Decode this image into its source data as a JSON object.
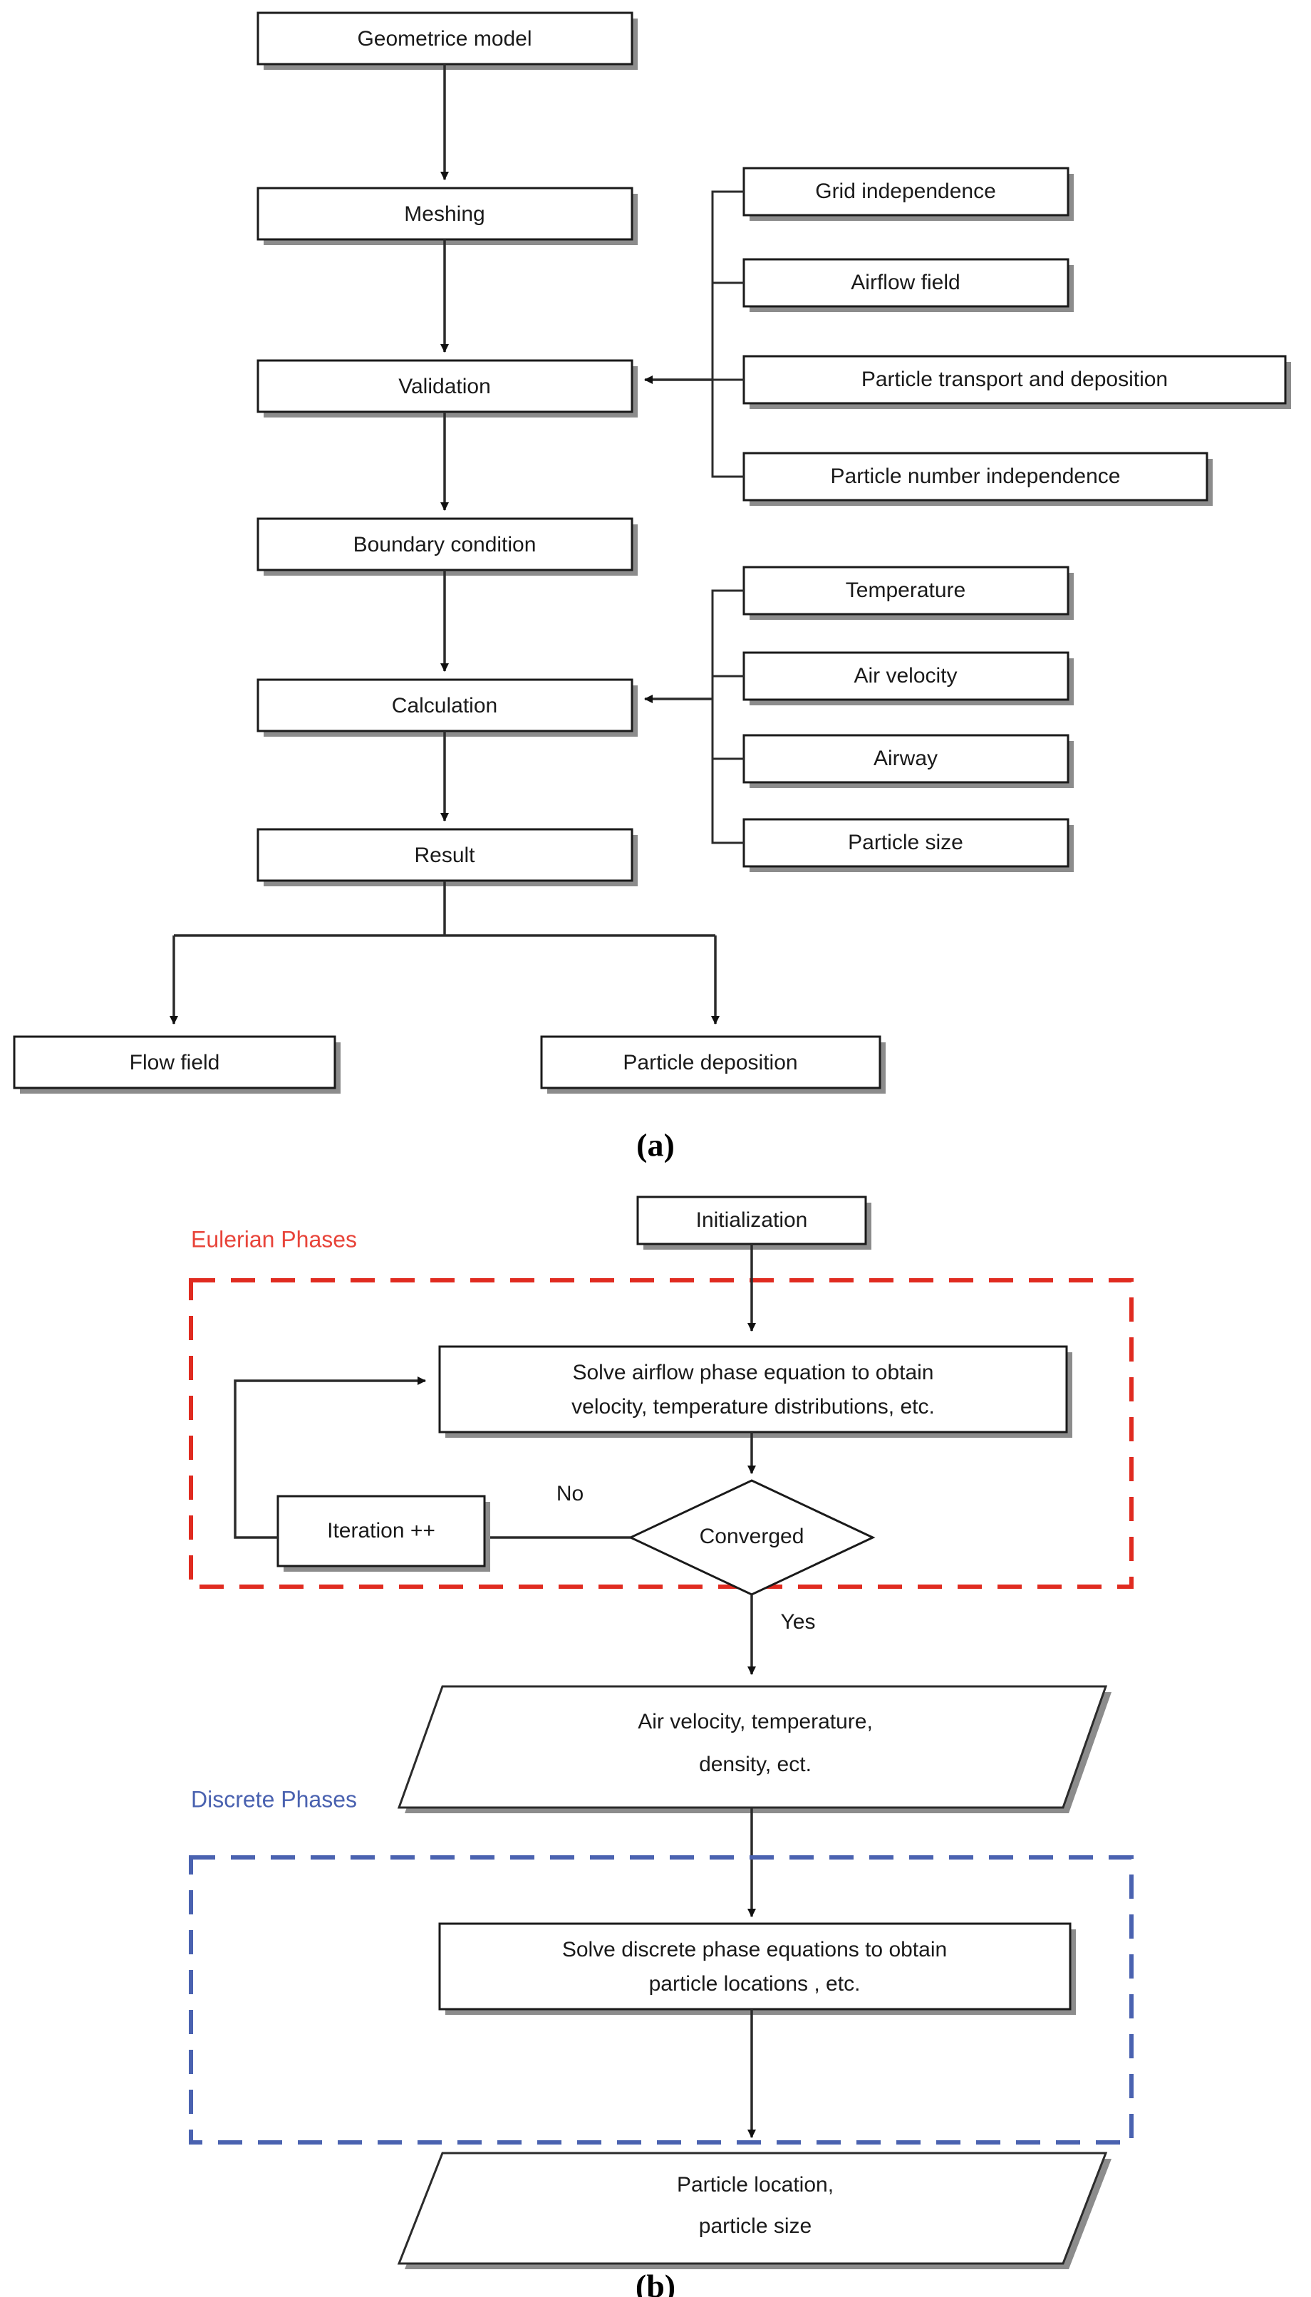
{
  "figure": {
    "panels": [
      {
        "caption": "(a)"
      },
      {
        "caption": "(b)"
      }
    ]
  },
  "panel_a": {
    "caption": "(a)",
    "main_flow": [
      {
        "id": "geometrice-model",
        "label": "Geometrice model"
      },
      {
        "id": "meshing",
        "label": "Meshing"
      },
      {
        "id": "validation",
        "label": "Validation"
      },
      {
        "id": "boundary-condition",
        "label": "Boundary condition"
      },
      {
        "id": "calculation",
        "label": "Calculation"
      },
      {
        "id": "result",
        "label": "Result"
      }
    ],
    "validation_inputs": [
      {
        "id": "grid-independence",
        "label": "Grid independence"
      },
      {
        "id": "airflow-field",
        "label": "Airflow field"
      },
      {
        "id": "particle-transport-and-deposition",
        "label": "Particle transport and deposition"
      },
      {
        "id": "particle-number-independence",
        "label": "Particle number independence"
      }
    ],
    "calculation_inputs": [
      {
        "id": "temperature",
        "label": "Temperature"
      },
      {
        "id": "air-velocity",
        "label": "Air velocity"
      },
      {
        "id": "airway",
        "label": "Airway"
      },
      {
        "id": "particle-size",
        "label": "Particle size"
      }
    ],
    "outputs": [
      {
        "id": "flow-field",
        "label": "Flow field"
      },
      {
        "id": "particle-deposition",
        "label": "Particle deposition"
      }
    ]
  },
  "panel_b": {
    "caption": "(b)",
    "groups": [
      {
        "id": "eulerian-phases",
        "label": "Eulerian  Phases",
        "color": "#e8443a"
      },
      {
        "id": "discrete-phases",
        "label": "Discrete Phases",
        "color": "#4a62b0"
      }
    ],
    "nodes": {
      "initialization": {
        "label": "Initialization"
      },
      "solve_airflow": {
        "line1": "Solve airflow phase equation to obtain",
        "line2": "velocity, temperature distributions, etc."
      },
      "converged": {
        "label": "Converged"
      },
      "iteration": {
        "label": "Iteration ++"
      },
      "air_output": {
        "line1": "Air velocity,  temperature,",
        "line2": "density, ect."
      },
      "solve_discrete": {
        "line1": "Solve discrete phase  equations to obtain",
        "line2": "particle locations , etc."
      },
      "particle_output": {
        "line1": "Particle location,",
        "line2": "particle size"
      }
    },
    "edge_labels": {
      "no": "No",
      "yes": "Yes"
    }
  },
  "colors": {
    "eulerian_dash": "#e02b20",
    "discrete_dash": "#4a62b0",
    "box_stroke": "#1a1a1a",
    "shadow": "#8c8c8c",
    "text": "#1a1a1a"
  }
}
